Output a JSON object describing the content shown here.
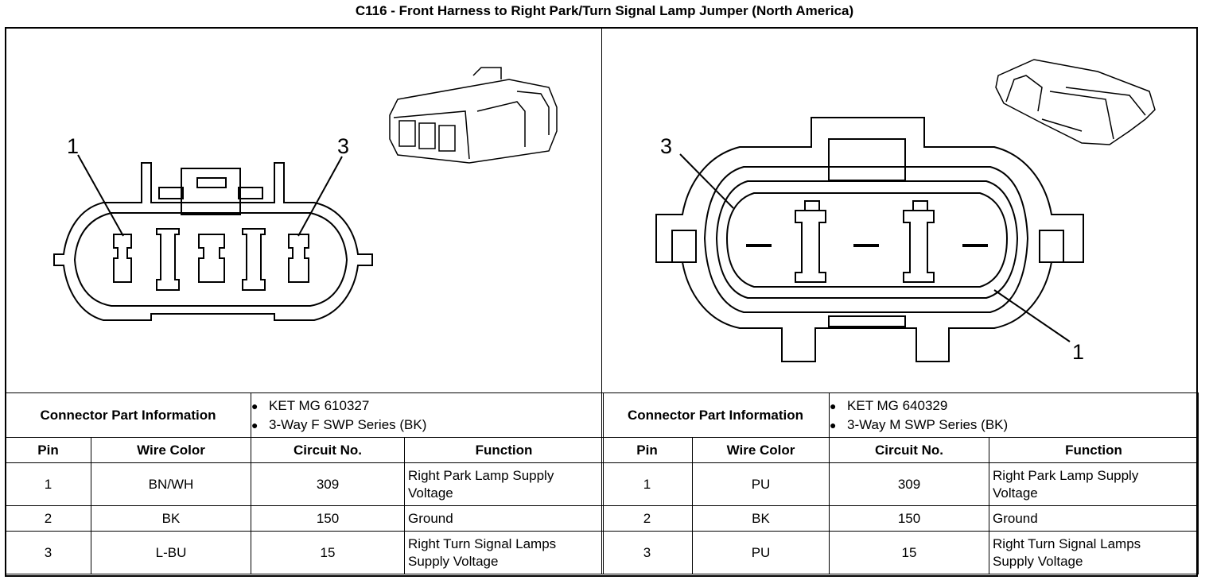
{
  "title": "C116 - Front Harness to Right Park/Turn Signal Lamp Jumper (North America)",
  "left": {
    "pin_labels": [
      "1",
      "3"
    ],
    "part_info_label": "Connector Part Information",
    "part_info": [
      "KET MG 610327",
      "3-Way F SWP Series (BK)"
    ],
    "headers": [
      "Pin",
      "Wire Color",
      "Circuit No.",
      "Function"
    ],
    "rows": [
      {
        "pin": "1",
        "wire": "BN/WH",
        "circuit": "309",
        "fn1": "Right Park Lamp Supply",
        "fn2": "Voltage"
      },
      {
        "pin": "2",
        "wire": "BK",
        "circuit": "150",
        "fn1": "Ground",
        "fn2": ""
      },
      {
        "pin": "3",
        "wire": "L-BU",
        "circuit": "15",
        "fn1": "Right Turn Signal Lamps",
        "fn2": "Supply Voltage"
      }
    ]
  },
  "right": {
    "pin_labels": [
      "3",
      "1"
    ],
    "part_info_label": "Connector Part Information",
    "part_info": [
      "KET MG 640329",
      "3-Way M SWP Series (BK)"
    ],
    "headers": [
      "Pin",
      "Wire Color",
      "Circuit No.",
      "Function"
    ],
    "rows": [
      {
        "pin": "1",
        "wire": "PU",
        "circuit": "309",
        "fn1": "Right Park Lamp Supply",
        "fn2": "Voltage"
      },
      {
        "pin": "2",
        "wire": "BK",
        "circuit": "150",
        "fn1": "Ground",
        "fn2": ""
      },
      {
        "pin": "3",
        "wire": "PU",
        "circuit": "15",
        "fn1": "Right Turn Signal Lamps",
        "fn2": "Supply Voltage"
      }
    ]
  }
}
